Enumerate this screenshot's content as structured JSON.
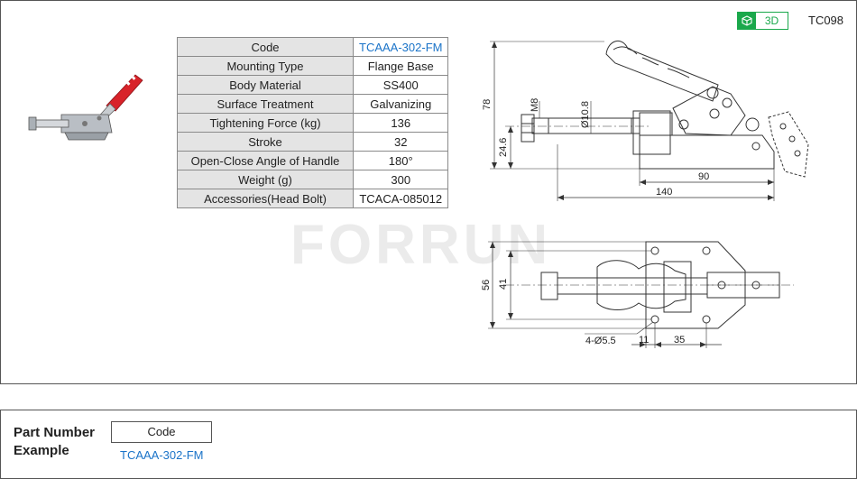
{
  "header": {
    "badge_3d": "3D",
    "model_id": "TC098"
  },
  "specs": [
    {
      "key": "Code",
      "value": "TCAAA-302-FM"
    },
    {
      "key": "Mounting Type",
      "value": "Flange Base"
    },
    {
      "key": "Body Material",
      "value": "SS400"
    },
    {
      "key": "Surface Treatment",
      "value": "Galvanizing"
    },
    {
      "key": "Tightening Force (kg)",
      "value": "136"
    },
    {
      "key": "Stroke",
      "value": "32"
    },
    {
      "key": "Open-Close  Angle of Handle",
      "value": "180°"
    },
    {
      "key": "Weight (g)",
      "value": "300"
    },
    {
      "key": "Accessories(Head Bolt)",
      "value": "TCACA-085012"
    }
  ],
  "watermark": "FORRUN",
  "dimensions": {
    "side_view": {
      "height_total": "78",
      "base_height": "24.6",
      "thread": "M8",
      "rod_diameter": "Ø10.8",
      "base_length": "90",
      "overall_length": "140"
    },
    "top_view": {
      "width_outer": "56",
      "width_inner": "41",
      "holes": "4-Ø5.5",
      "offset": "11",
      "hole_spacing": "35"
    }
  },
  "part_number_example": {
    "title_line1": "Part Number",
    "title_line2": "Example",
    "code_label": "Code",
    "code_value": "TCAAA-302-FM"
  }
}
